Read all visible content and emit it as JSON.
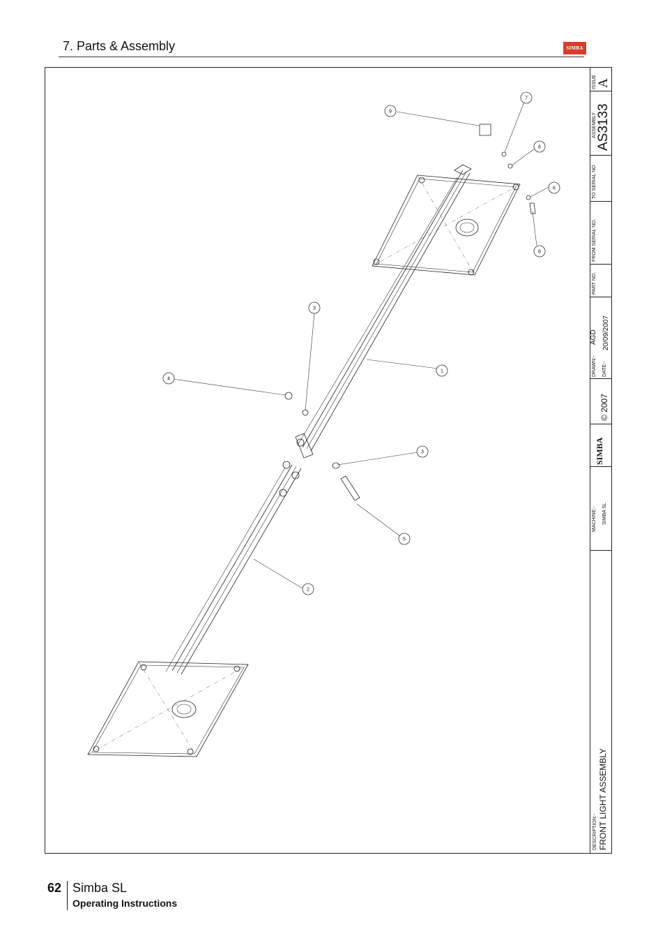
{
  "header": {
    "section_title": "7. Parts & Assembly",
    "brand_logo_text": "SIMBA"
  },
  "title_block": {
    "issue_label": "ISSUE",
    "issue_value": "A",
    "assembly_label": "ASSEMBLY",
    "assembly_value": "AS3133",
    "to_serial_label": "TO SERIAL NO.",
    "from_serial_label": "FROM SERIAL NO.",
    "part_no_label": "PART NO.",
    "drawn_label": "DRAWN:-",
    "drawn_value": "AGD",
    "date_label": "DATE:-",
    "date_value": "20/09/2007",
    "copyright": "© 2007",
    "logo_text": "SIMBA",
    "machine_label": "MACHINE:-",
    "machine_value": "SIMBA SL",
    "description_label": "DESCRIPTION:-",
    "description_value": "FRONT LIGHT ASSEMBLY"
  },
  "drawing": {
    "balloons": [
      "1",
      "2",
      "3",
      "3",
      "4",
      "5",
      "6",
      "6",
      "7",
      "8",
      "9"
    ]
  },
  "footer": {
    "page_number": "62",
    "model": "Simba SL",
    "subtitle": "Operating Instructions"
  }
}
